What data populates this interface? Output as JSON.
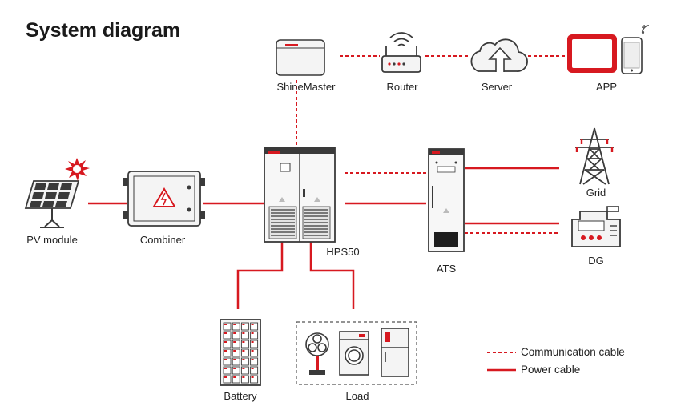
{
  "title": "System diagram",
  "nodes": {
    "shinemaster": "ShineMaster",
    "router": "Router",
    "server": "Server",
    "app": "APP",
    "pv": "PV module",
    "combiner": "Combiner",
    "hps": "HPS50",
    "ats": "ATS",
    "grid": "Grid",
    "dg": "DG",
    "battery": "Battery",
    "load": "Load"
  },
  "legend": {
    "communication": "Communication cable",
    "power": "Power cable"
  },
  "colors": {
    "cable": "#d71920",
    "equipment_outline": "#3a3a3a",
    "equipment_fill": "#f2f2f2"
  }
}
